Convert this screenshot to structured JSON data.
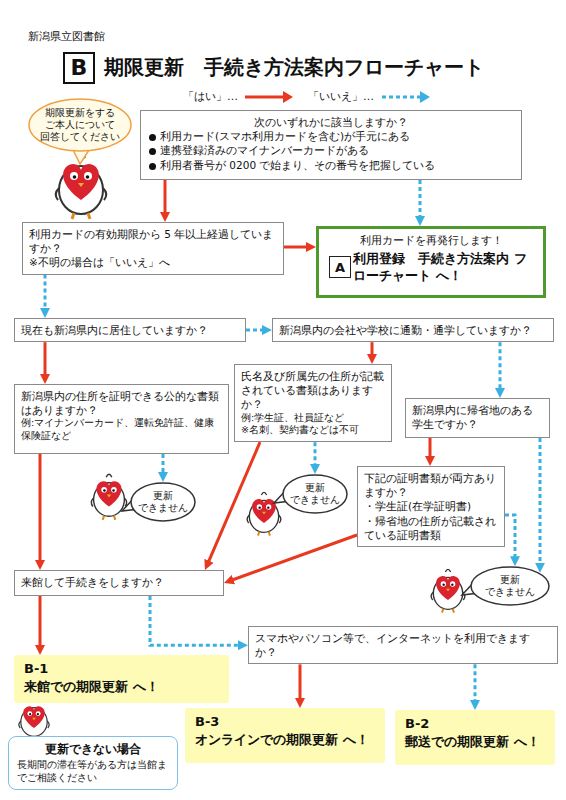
{
  "diagram": {
    "title": "期限更新　手続き方法案内フローチャート",
    "nodes": [
      {
        "text": [
          "B"
        ]
      },
      {
        "text": [
          "期限更新をする ご本人について 回答してください"
        ]
      },
      {
        "text": [
          "次のいずれかに該当しますか？",
          "利用カード(スマホ利用カードを含む)が手元にある",
          "連携登録済みのマイナンバーカードがある",
          "利用者番号が 0200 で始まり、その番号を把握している"
        ]
      },
      {
        "text": [
          "利用カードの有効期限から 5 年以上経過していますか？",
          "※不明の場合は「いいえ」へ"
        ]
      },
      {
        "text": [
          "利用カードを再発行します！",
          "利用登録　手続き方法案内 フローチャート へ！"
        ]
      },
      {
        "text": [
          "A"
        ],
        "in": 4
      },
      {
        "text": [
          "現在も新潟県内に居住していますか？"
        ]
      },
      {
        "text": [
          "新潟県内の会社や学校に通勤・通学していますか？"
        ]
      },
      {
        "text": [
          "新潟県内の住所を証明できる公的な書類はありますか？",
          "例:マイナンバーカード、運転免許証、健康保険証など"
        ]
      },
      {
        "text": [
          "氏名及び所属先の住所が記載されている書類はありますか？",
          "例:学生証、社員証など",
          "※名刺、契約書などは不可"
        ]
      },
      {
        "text": [
          "新潟県内に帰省地のある学生ですか？"
        ]
      },
      {
        "text": [
          "更新 できません"
        ]
      },
      {
        "text": [
          "更新 できません"
        ]
      },
      {
        "text": [
          "下記の証明書類が両方ありますか？",
          "・学生証(在学証明書)",
          "・帰省地の住所が記載されている証明書類"
        ]
      },
      {
        "text": [
          "更新 できません"
        ]
      },
      {
        "text": [
          "来館して手続きをしますか？"
        ]
      },
      {
        "text": [
          "スマホやパソコン等で、インターネットを利用できますか？"
        ]
      },
      {
        "text": [
          "B-1",
          "来館での期限更新 へ！"
        ]
      },
      {
        "text": [
          "B-3",
          "オンラインでの期限更新 へ！"
        ]
      },
      {
        "text": [
          "B-2",
          "郵送での期限更新 へ！"
        ]
      },
      {
        "text": [
          "更新できない場合",
          "長期間の滞在等がある方は当館までご相談ください"
        ]
      }
    ],
    "edges": [
      {
        "from": 2,
        "to": 3,
        "arrow": "to"
      },
      {
        "from": 2,
        "to": 4,
        "arrow": "to"
      },
      {
        "from": 3,
        "to": 4,
        "arrow": "to"
      },
      {
        "from": 3,
        "to": 6,
        "arrow": "to"
      },
      {
        "from": 6,
        "to": 8,
        "arrow": "to"
      },
      {
        "from": 6,
        "to": 7,
        "arrow": "to"
      },
      {
        "from": 7,
        "to": 9,
        "arrow": "to"
      },
      {
        "from": 7,
        "to": 10,
        "arrow": "to"
      },
      {
        "from": 8,
        "to": 11,
        "arrow": "to"
      },
      {
        "from": 8,
        "to": 15,
        "arrow": "to"
      },
      {
        "from": 9,
        "to": 12,
        "arrow": "to"
      },
      {
        "from": 9,
        "to": 15,
        "arrow": "to"
      },
      {
        "from": 10,
        "to": 13,
        "arrow": "to"
      },
      {
        "from": 10,
        "to": 14,
        "arrow": "to"
      },
      {
        "from": 13,
        "to": 15,
        "arrow": "to"
      },
      {
        "from": 13,
        "to": 14,
        "arrow": "to"
      },
      {
        "from": 15,
        "to": 17,
        "arrow": "to"
      },
      {
        "from": 15,
        "to": 16,
        "arrow": "to"
      },
      {
        "from": 16,
        "to": 18,
        "arrow": "to"
      },
      {
        "from": 16,
        "to": 19,
        "arrow": "to"
      }
    ],
    "labels": [
      "新潟県立図書館"
    ],
    "legend": [
      {
        "text": "「はい」…"
      },
      {
        "text": "「いいえ」…"
      }
    ]
  }
}
